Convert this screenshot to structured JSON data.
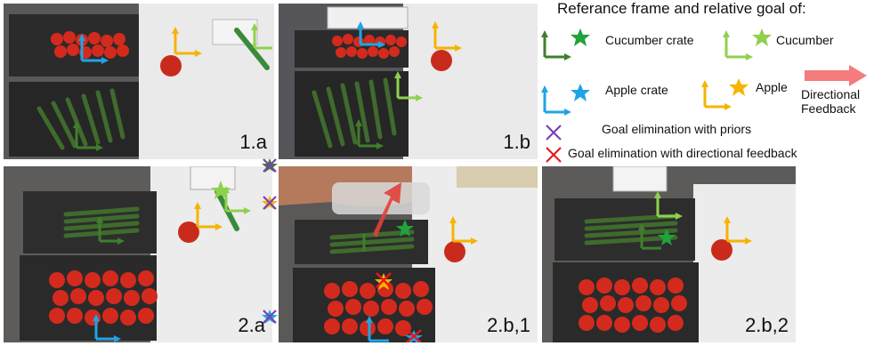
{
  "legend": {
    "title": "Referance frame and relative goal of:",
    "cucumber_crate": "Cucumber crate",
    "cucumber": "Cucumber",
    "apple_crate": "Apple crate",
    "apple": "Apple",
    "directional_feedback": "Directional\nFeedback",
    "elim_priors": "Goal elimination with priors",
    "elim_directional": "Goal elimination with directional feedback"
  },
  "colors": {
    "cucumber_crate": "#3f7f2c",
    "cucumber": "#8fd14f",
    "apple_crate": "#1fa4e6",
    "apple": "#f5b400",
    "directional_feedback": "#f47c7c",
    "elim_priors": "#7a3fb5",
    "elim_directional": "#e41a1c"
  },
  "panels": {
    "p1a": "1.a",
    "p1b": "1.b",
    "p2a": "2.a",
    "p2b1": "2.b,1",
    "p2b2": "2.b,2"
  }
}
